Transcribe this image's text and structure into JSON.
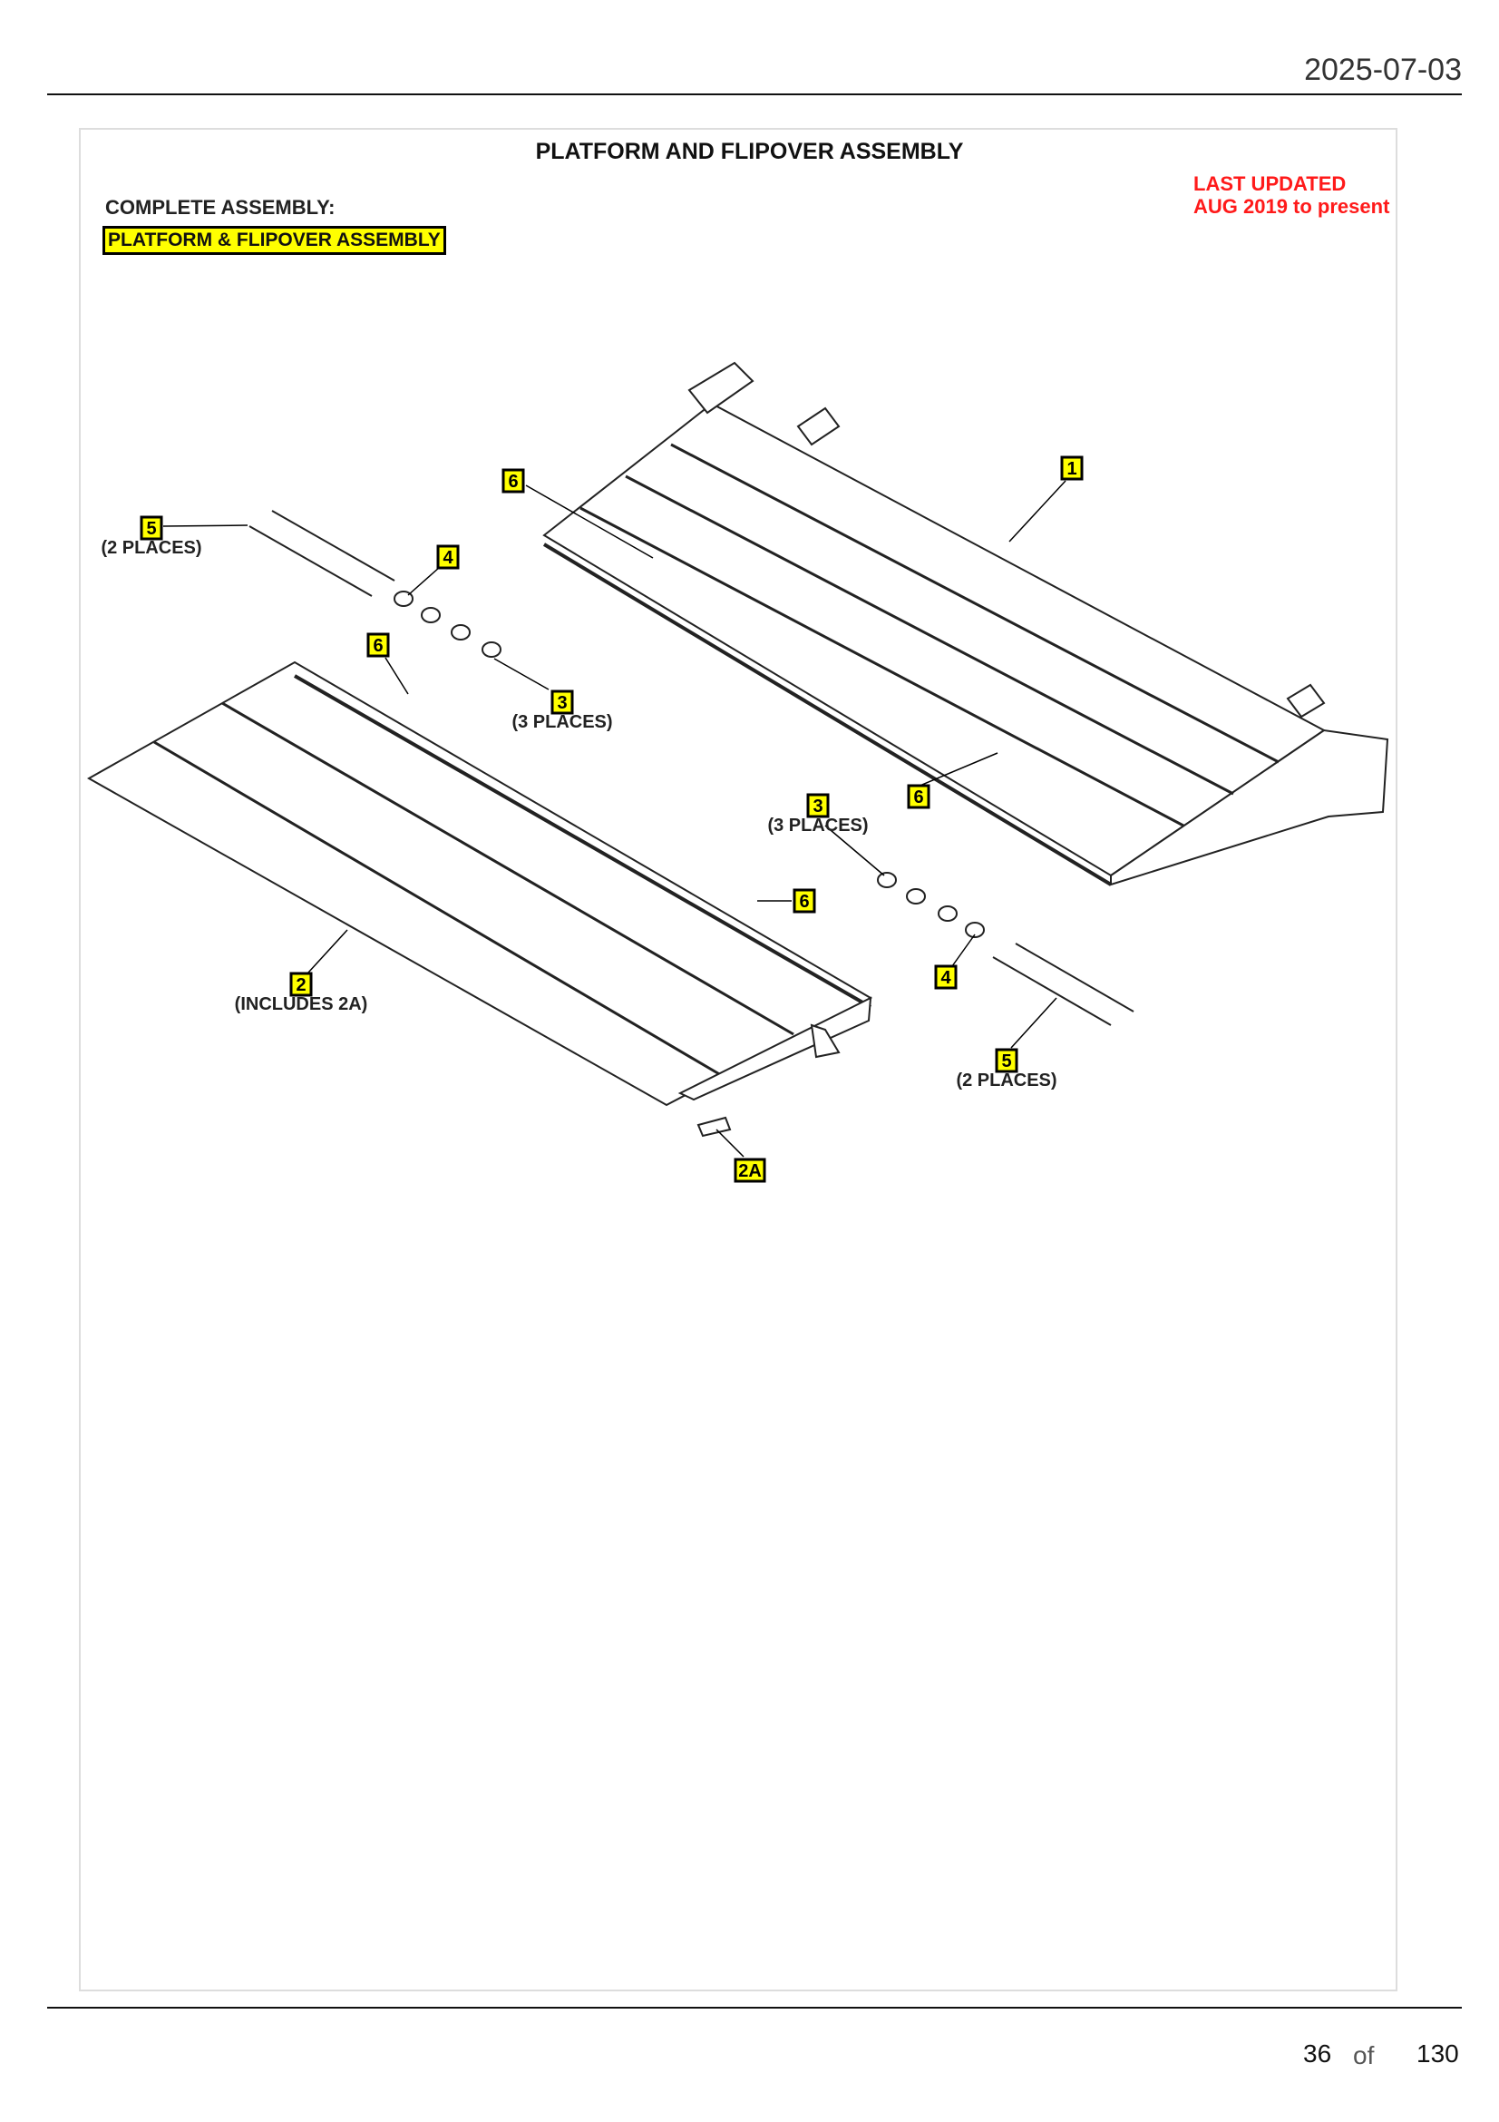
{
  "header": {
    "date": "2025-07-03"
  },
  "document": {
    "title": "PLATFORM AND FLIPOVER ASSEMBLY",
    "complete_assembly_label": "COMPLETE ASSEMBLY:",
    "complete_assembly_link": "PLATFORM & FLIPOVER ASSEMBLY",
    "last_updated": "LAST UPDATED",
    "date_range": "AUG 2019 to present",
    "highlight_color": "#ffff00",
    "accent_color": "#ff1a1a"
  },
  "callouts": [
    {
      "id": "1"
    },
    {
      "id": "6"
    },
    {
      "id": "5",
      "note": "(2 PLACES)"
    },
    {
      "id": "4"
    },
    {
      "id": "6"
    },
    {
      "id": "3",
      "note": "(3 PLACES)"
    },
    {
      "id": "6"
    },
    {
      "id": "3",
      "note": "(3 PLACES)"
    },
    {
      "id": "6"
    },
    {
      "id": "4"
    },
    {
      "id": "2",
      "note": "(INCLUDES 2A)"
    },
    {
      "id": "5",
      "note": "(2 PLACES)"
    },
    {
      "id": "2A"
    }
  ],
  "footer": {
    "page": "36",
    "of": "of",
    "total": "130"
  }
}
